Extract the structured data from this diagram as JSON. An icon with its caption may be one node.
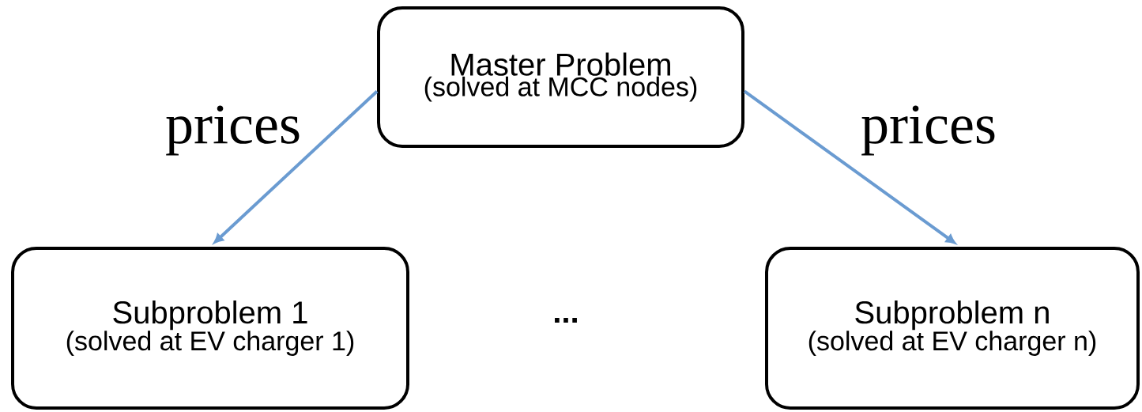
{
  "diagram": {
    "nodes": [
      {
        "text": [
          "Master Problem",
          "(solved at MCC nodes)"
        ]
      },
      {
        "text": [
          "Subproblem 1",
          "(solved at EV charger 1)"
        ]
      },
      {
        "text": [
          "Subproblem n",
          "(solved at EV charger n)"
        ]
      }
    ],
    "edges": [
      {
        "from": 0,
        "to": 1,
        "arrow": "to",
        "label": "prices"
      },
      {
        "from": 0,
        "to": 2,
        "arrow": "to",
        "label": "prices"
      }
    ],
    "labels": [
      "..."
    ]
  }
}
